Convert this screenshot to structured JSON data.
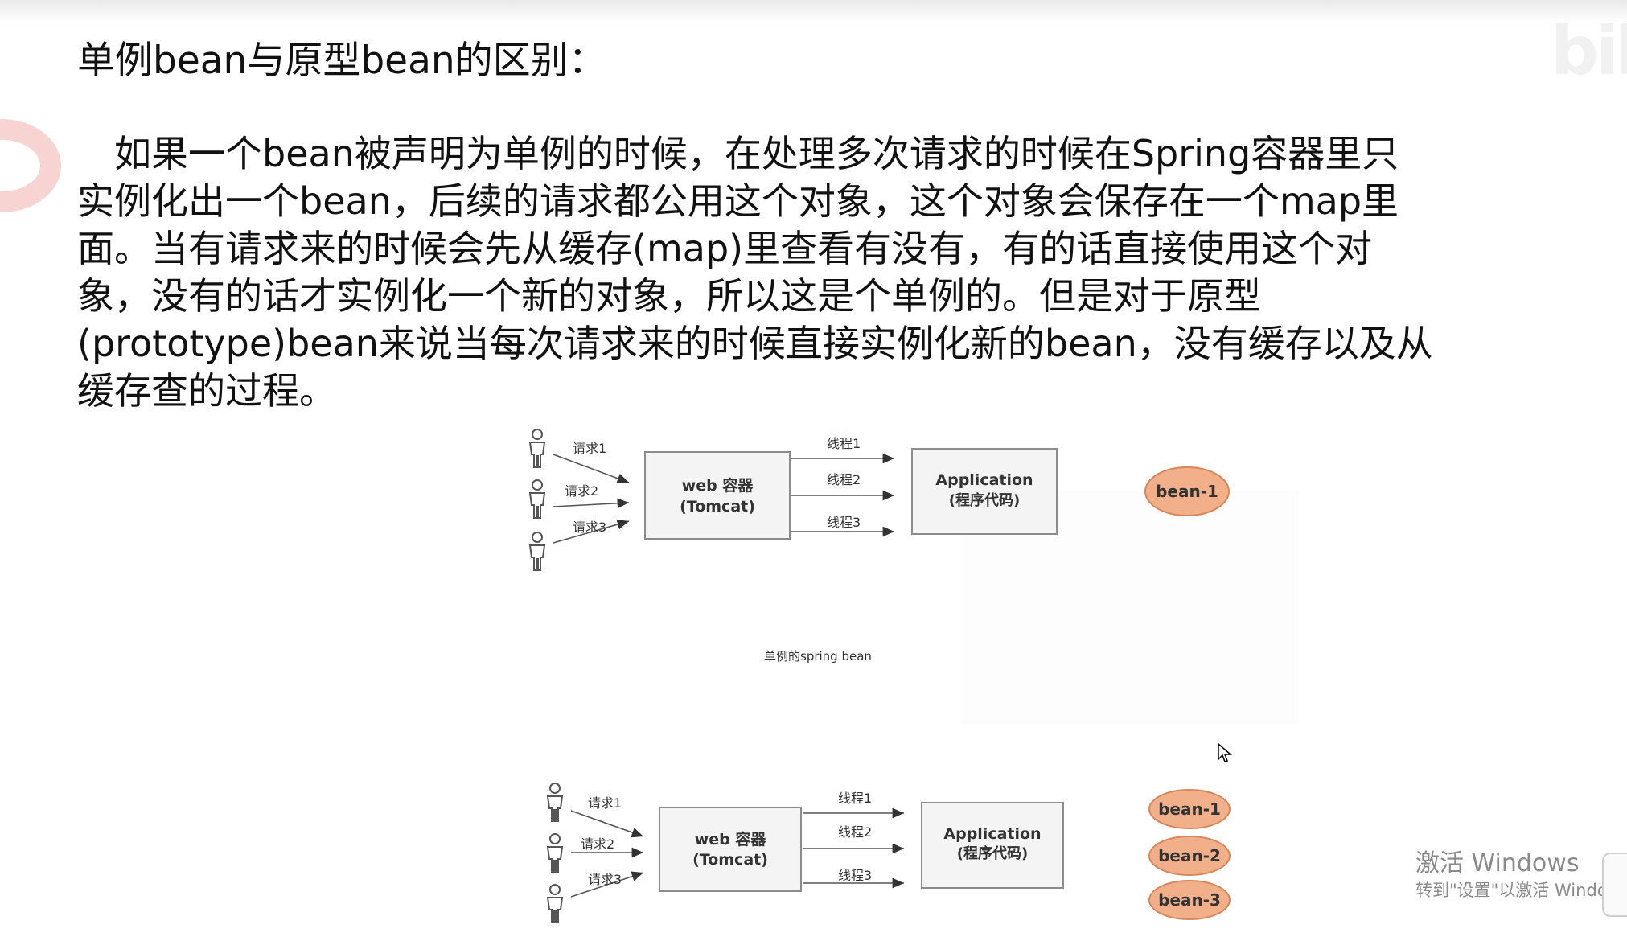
{
  "heading": "单例bean与原型bean的区别：",
  "paragraph_lines": [
    "　如果一个bean被声明为单例的时候，在处理多次请求的时候在Spring容器里只",
    "实例化出一个bean，后续的请求都公用这个对象，这个对象会保存在一个map里",
    "面。当有请求来的时候会先从缓存(map)里查看有没有，有的话直接使用这个对",
    "象，没有的话才实例化一个新的对象，所以这是个单例的。但是对于原型",
    "(prototype)bean来说当每次请求来的时候直接实例化新的bean，没有缓存以及从",
    "缓存查的过程。"
  ],
  "diagram_singleton": {
    "requests": [
      "请求1",
      "请求2",
      "请求3"
    ],
    "threads": [
      "线程1",
      "线程2",
      "线程3"
    ],
    "web_container": [
      "web 容器",
      "(Tomcat)"
    ],
    "application": [
      "Application",
      "(程序代码)"
    ],
    "beans": [
      "bean-1"
    ],
    "caption": "单例的spring bean"
  },
  "diagram_prototype": {
    "requests": [
      "请求1",
      "请求2",
      "请求3"
    ],
    "threads": [
      "线程1",
      "线程2",
      "线程3"
    ],
    "web_container": [
      "web 容器",
      "(Tomcat)"
    ],
    "application": [
      "Application",
      "(程序代码)"
    ],
    "beans": [
      "bean-1",
      "bean-2",
      "bean-3"
    ]
  },
  "watermark": {
    "line1": "激活 Windows",
    "line2": "转到\"设置\"以激活 Windows"
  },
  "logo_text": "bili",
  "colors": {
    "bean_fill": "#f2b08a",
    "bean_stroke": "#d8865a",
    "box_fill": "#f4f4f4",
    "box_stroke": "#8c8c8c"
  },
  "icons": [
    "person-icon",
    "arrow-icon",
    "mouse-cursor-icon"
  ]
}
